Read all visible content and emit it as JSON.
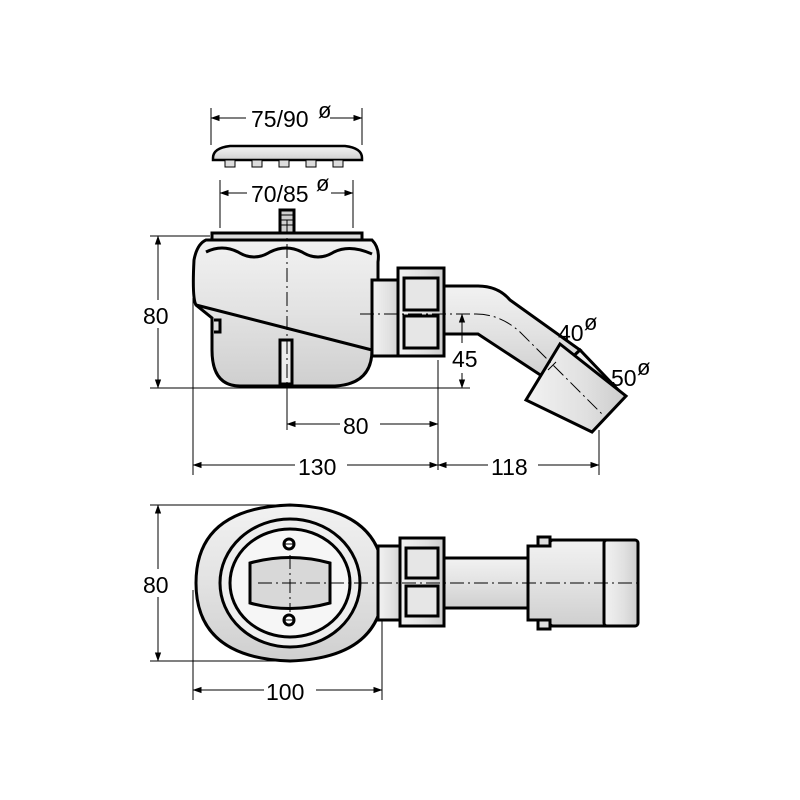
{
  "labels": {
    "cap_diameter": "75/90",
    "plate_diameter": "70/85",
    "height_side": "80",
    "outlet_height": "45",
    "outlet_offset": "80",
    "overall_length": "130",
    "outlet_length": "118",
    "pipe_diameter_40": "40",
    "pipe_diameter_50": "50",
    "plan_width": "80",
    "plan_length": "100",
    "diameter_symbol": "ø"
  },
  "colors": {
    "line": "#000000",
    "fill_light": "#e9e9e9",
    "fill_mid": "#d6d6d6",
    "background": "#ffffff"
  }
}
